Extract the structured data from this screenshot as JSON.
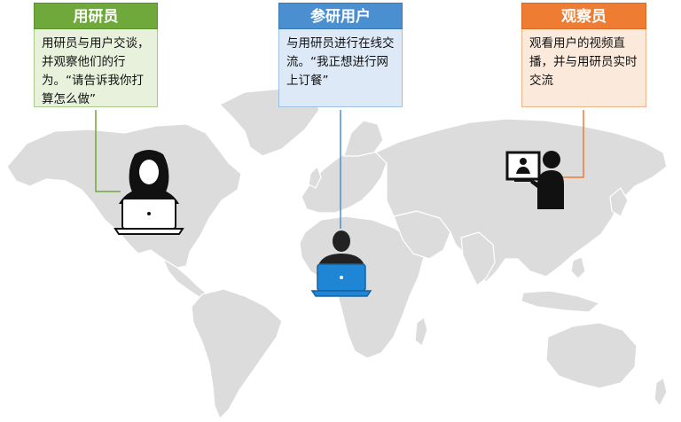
{
  "colors": {
    "researcher": "#6fa83b",
    "participant": "#4a8fd0",
    "observer": "#ee7d33",
    "map": "#dcdcdc"
  },
  "roles": {
    "researcher": {
      "title": "用研员",
      "description": "用研员与用户交谈，并观察他们的行为。“请告诉我你打算怎么做”",
      "icon": "researcher-laptop-icon"
    },
    "participant": {
      "title": "参研用户",
      "description": "与用研员进行在线交流。“我正想进行网上订餐”",
      "icon": "participant-laptop-icon"
    },
    "observer": {
      "title": "观察员",
      "description": "观看用户的视频直播，并与用研员实时交流",
      "icon": "observer-screen-icon"
    }
  }
}
